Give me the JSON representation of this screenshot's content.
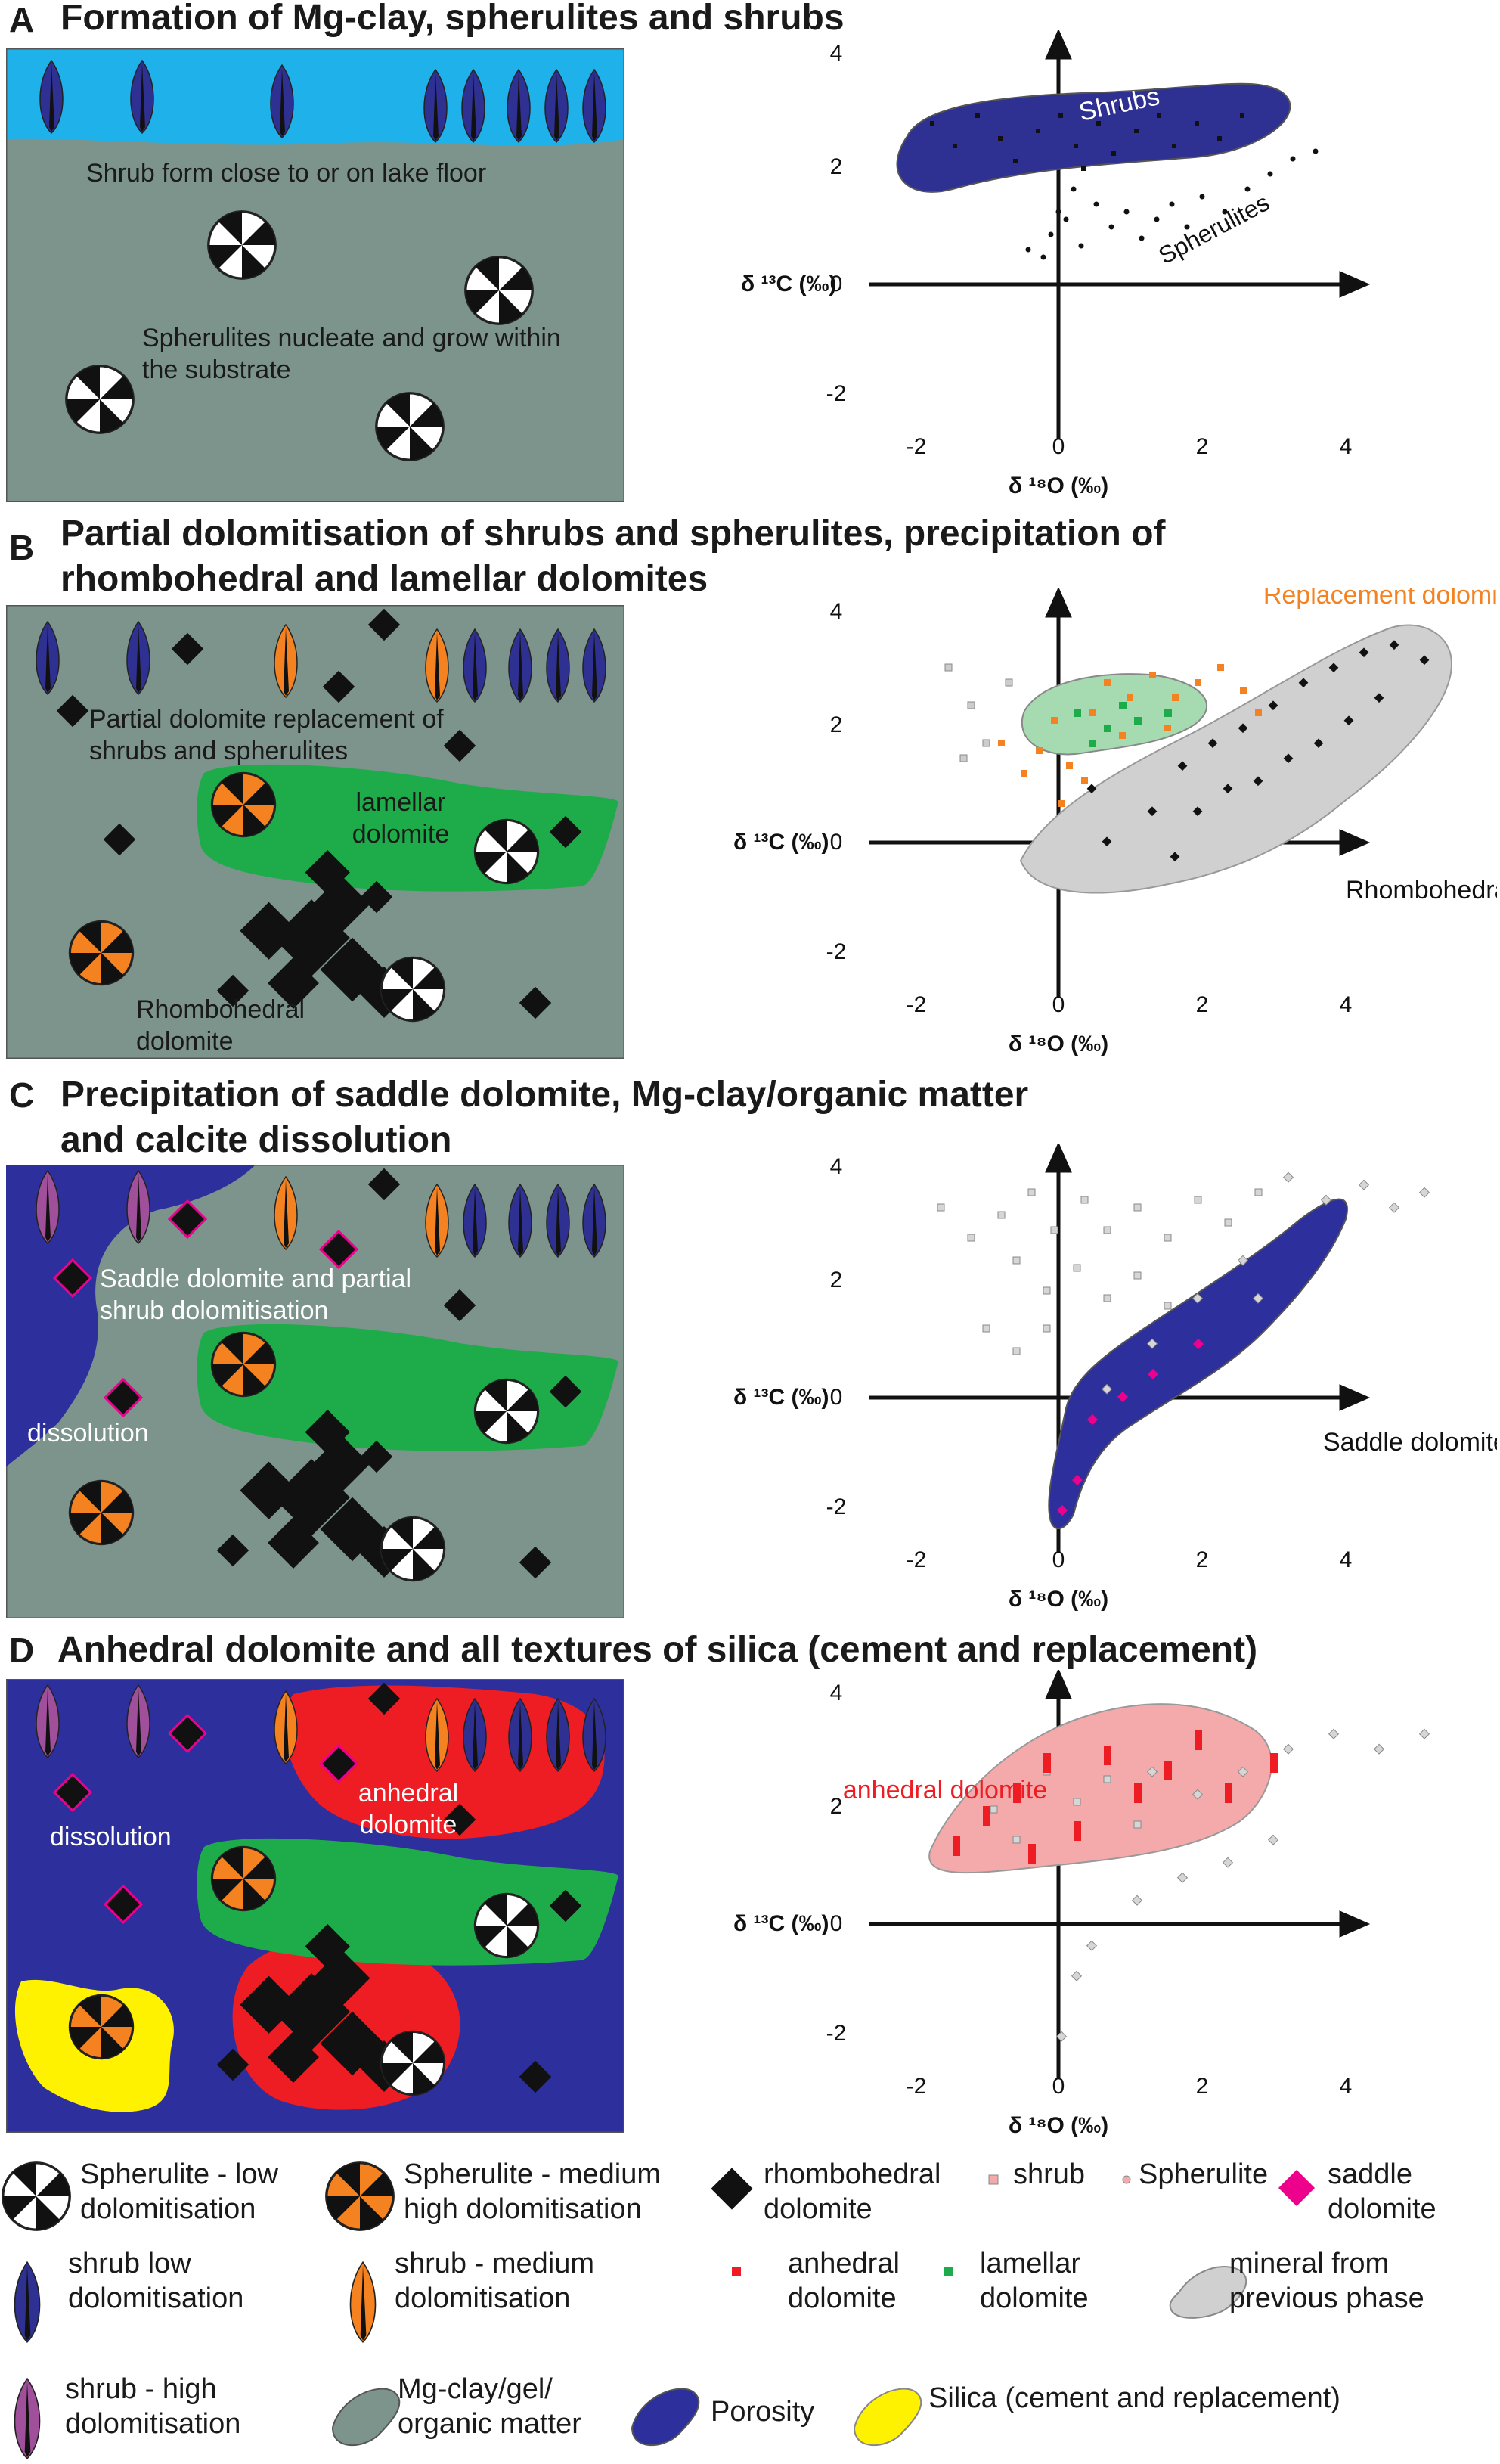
{
  "panels": [
    {
      "letter": "A",
      "title": "Formation of Mg-clay, spherulites and shrubs",
      "annotations": [
        "Shrub form close to or on lake floor",
        "Spherulites nucleate and grow within the substrate"
      ],
      "plot": {
        "xlabel": "δ ¹⁸O (‰)",
        "ylabel": "δ ¹³C (‰)",
        "xticks": [
          "-2",
          "0",
          "2",
          "4"
        ],
        "yticks": [
          "4",
          "2",
          "0",
          "-2"
        ],
        "region_labels": [
          "Shrubs",
          "Spherulites"
        ]
      }
    },
    {
      "letter": "B",
      "title": "Partial dolomitisation of shrubs and spherulites, precipitation of rhombohedral and lamellar dolomites",
      "annotations": [
        "Partial dolomite replacement of shrubs and spherulites",
        "lamellar dolomite",
        "Rhombohedral dolomite"
      ],
      "plot": {
        "xlabel": "δ ¹⁸O (‰)",
        "ylabel": "δ ¹³C (‰)",
        "xticks": [
          "-2",
          "0",
          "2",
          "4"
        ],
        "yticks": [
          "4",
          "2",
          "0",
          "-2"
        ],
        "region_labels": [
          "Replacement dolomite",
          "Rhombohedral dolomite"
        ]
      }
    },
    {
      "letter": "C",
      "title": "Precipitation of saddle dolomite, Mg-clay/organic matter and calcite dissolution",
      "annotations": [
        "Saddle dolomite and partial shrub dolomitisation",
        "dissolution"
      ],
      "plot": {
        "xlabel": "δ ¹⁸O (‰)",
        "ylabel": "δ ¹³C (‰)",
        "xticks": [
          "-2",
          "0",
          "2",
          "4"
        ],
        "yticks": [
          "4",
          "2",
          "0",
          "-2"
        ],
        "region_labels": [
          "Saddle dolomite and shrub dolomitisation"
        ]
      }
    },
    {
      "letter": "D",
      "title": "Anhedral dolomite and all textures of silica (cement and replacement)",
      "annotations": [
        "anhedral dolomite",
        "dissolution"
      ],
      "plot": {
        "xlabel": "δ ¹⁸O (‰)",
        "ylabel": "δ ¹³C (‰)",
        "xticks": [
          "-2",
          "0",
          "2",
          "4"
        ],
        "yticks": [
          "4",
          "2",
          "0",
          "-2"
        ],
        "region_labels": [
          "anhedral dolomite"
        ]
      }
    }
  ],
  "legend": [
    {
      "icon": "spherulite-low-icon",
      "label": "Spherulite - low dolomitisation"
    },
    {
      "icon": "spherulite-medium-icon",
      "label": "Spherulite - medium high dolomitisation"
    },
    {
      "icon": "rhombohedral-dolomite-icon",
      "label": "rhombohedral dolomite"
    },
    {
      "icon": "shrub-marker-icon",
      "label": "shrub"
    },
    {
      "icon": "spherulite-marker-icon",
      "label": "Spherulite"
    },
    {
      "icon": "saddle-dolomite-icon",
      "label": "saddle dolomite"
    },
    {
      "icon": "shrub-low-icon",
      "label": "shrub low dolomitisation"
    },
    {
      "icon": "shrub-medium-icon",
      "label": "shrub - medium dolomitisation"
    },
    {
      "icon": "anhedral-dolomite-icon",
      "label": "anhedral dolomite"
    },
    {
      "icon": "lamellar-dolomite-icon",
      "label": "lamellar dolomite"
    },
    {
      "icon": "previous-phase-icon",
      "label": "mineral from previous phase"
    },
    {
      "icon": "shrub-high-icon",
      "label": "shrub - high dolomitisation"
    },
    {
      "icon": "mg-clay-icon",
      "label": "Mg-clay/gel/ organic matter"
    },
    {
      "icon": "porosity-icon",
      "label": "Porosity"
    },
    {
      "icon": "silica-icon",
      "label": "Silica (cement and replacement)"
    }
  ],
  "colors": {
    "water": "#1fb1ea",
    "clay": "#7c948c",
    "porosity": "#2d2f9c",
    "lamellar": "#1eac4a",
    "anhedral": "#ee1d23",
    "silica": "#fff200",
    "shrub_low": "#2f3192",
    "shrub_medium": "#f58220",
    "shrub_high": "#a0509a",
    "saddle": "#ec008c",
    "previous": "#d0d0d0",
    "anhedral_field": "#f4aaaa",
    "lamellar_field": "#a6dbb2"
  }
}
